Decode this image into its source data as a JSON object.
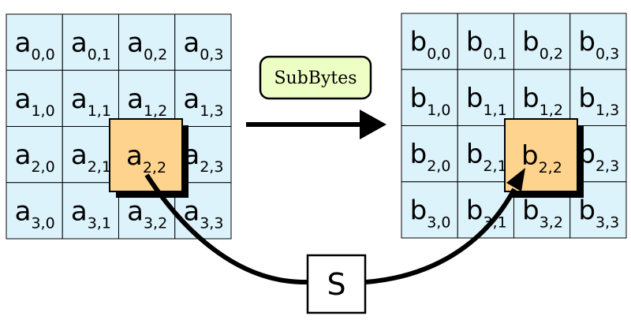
{
  "operation": {
    "label": "SubBytes"
  },
  "sbox": {
    "label": "S"
  },
  "colors": {
    "cell_fill": "#ddf3fb",
    "highlight_fill": "#fed38e",
    "label_fill": "#eeffc5",
    "stroke": "#000000"
  },
  "state_a": {
    "letter": "a",
    "cells": [
      [
        "0,0",
        "0,1",
        "0,2",
        "0,3"
      ],
      [
        "1,0",
        "1,1",
        "1,2",
        "1,3"
      ],
      [
        "2,0",
        "2,1",
        "2,2",
        "2,3"
      ],
      [
        "3,0",
        "3,1",
        "3,2",
        "3,3"
      ]
    ]
  },
  "state_b": {
    "letter": "b",
    "cells": [
      [
        "0,0",
        "0,1",
        "0,2",
        "0,3"
      ],
      [
        "1,0",
        "1,1",
        "1,2",
        "1,3"
      ],
      [
        "2,0",
        "2,1",
        "2,2",
        "2,3"
      ],
      [
        "3,0",
        "3,1",
        "3,2",
        "3,3"
      ]
    ]
  },
  "highlight": {
    "row": 2,
    "col": 2
  }
}
